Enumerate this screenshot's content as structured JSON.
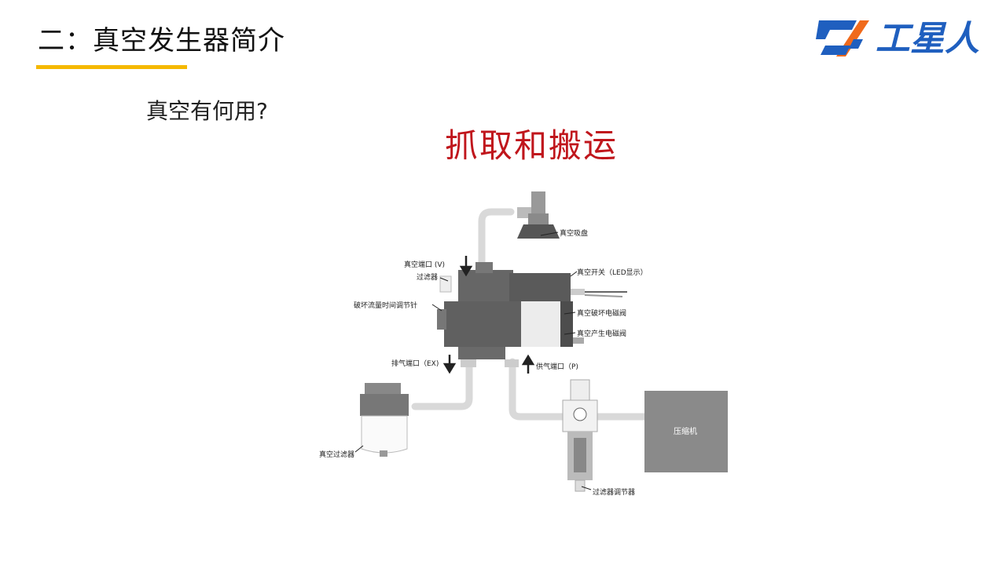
{
  "header": {
    "title": "二：真空发生器简介",
    "underline_color": "#f5b800"
  },
  "logo": {
    "text": "工星人",
    "icon": "company-logo-icon",
    "colors": {
      "blue": "#1f5fbf",
      "orange": "#f06a1c"
    }
  },
  "main": {
    "question": "真空有何用?",
    "highlight": "抓取和搬运",
    "highlight_color": "#c0161c"
  },
  "diagram": {
    "labels": {
      "vacuum_cup": "真空吸盘",
      "vacuum_port": "真空端口 (V)",
      "filter": "过滤器",
      "vacuum_switch": "真空开关（LED显示）",
      "break_flow_timer": "破坏流量时间调节针",
      "break_valve": "真空破坏电磁阀",
      "generate_valve": "真空产生电磁阀",
      "exhaust_port": "排气端口（EX)",
      "supply_port": "供气端口（P)",
      "compressor": "压缩机",
      "vacuum_filter": "真空过滤器",
      "filter_regulator": "过滤器调节器"
    }
  }
}
